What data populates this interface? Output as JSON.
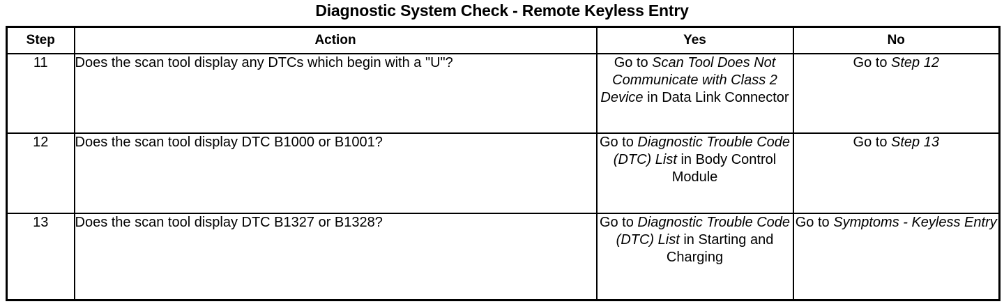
{
  "document": {
    "title": "Diagnostic System Check - Remote Keyless Entry"
  },
  "table": {
    "headers": {
      "step": "Step",
      "action": "Action",
      "yes": "Yes",
      "no": "No"
    },
    "rows": [
      {
        "step": "11",
        "action": "Does the scan tool display any DTCs which begin with a \"U\"?",
        "yes": {
          "lead": "Go to ",
          "ref": "Scan Tool Does Not Communicate with Class 2 Device",
          "tail": " in Data Link Connector",
          "full": "Go to Scan Tool Does Not Communicate with Class 2 Device in Data Link Connector"
        },
        "no": {
          "lead": "Go to ",
          "ref": "Step 12",
          "tail": "",
          "full": "Go to Step 12"
        }
      },
      {
        "step": "12",
        "action": "Does the scan tool display DTC B1000 or B1001?",
        "yes": {
          "lead": "Go to ",
          "ref": "Diagnostic Trouble Code (DTC) List",
          "tail": " in Body Control Module",
          "full": "Go to Diagnostic Trouble Code (DTC) List in Body Control Module"
        },
        "no": {
          "lead": "Go to ",
          "ref": "Step 13",
          "tail": "",
          "full": "Go to Step 13"
        }
      },
      {
        "step": "13",
        "action": "Does the scan tool display DTC B1327 or B1328?",
        "yes": {
          "lead": "Go to ",
          "ref": "Diagnostic Trouble Code (DTC) List",
          "tail": " in Starting and Charging",
          "full": "Go to Diagnostic Trouble Code (DTC) List in Starting and Charging"
        },
        "no": {
          "lead": "Go to ",
          "ref": "Symptoms - Keyless Entry",
          "tail": "",
          "full": "Go to Symptoms - Keyless Entry"
        }
      }
    ]
  },
  "colors": {
    "ink": "#000000",
    "paper": "#ffffff"
  }
}
